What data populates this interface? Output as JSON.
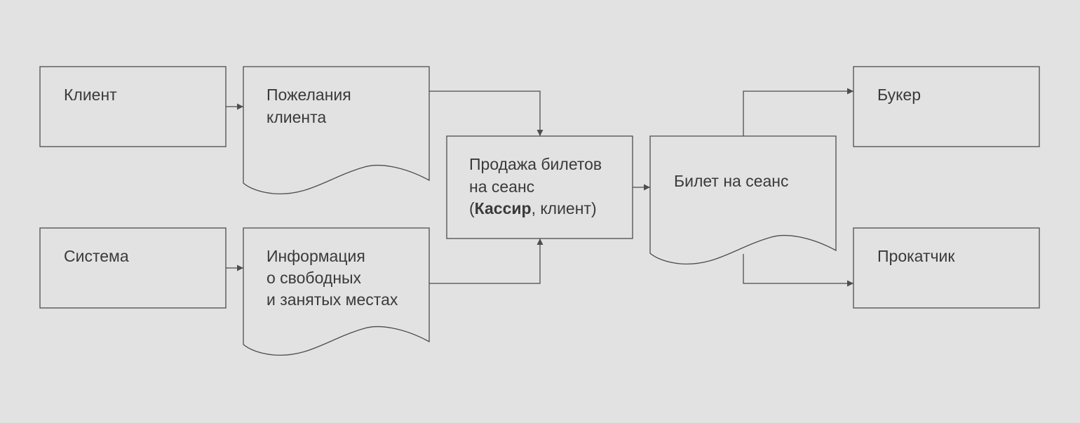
{
  "diagram": {
    "type": "flowchart",
    "colors": {
      "background": "#e3e2e2",
      "stroke": "#4d4d4d",
      "text": "#3a3a3a"
    },
    "nodes": {
      "client": {
        "kind": "process",
        "lines": [
          "Клиент"
        ]
      },
      "client_wishes": {
        "kind": "document",
        "lines": [
          "Пожелания",
          "клиента"
        ]
      },
      "system": {
        "kind": "process",
        "lines": [
          "Система"
        ]
      },
      "seat_info": {
        "kind": "document",
        "lines": [
          "Информация",
          "о свободных",
          "и занятых местах"
        ]
      },
      "ticket_sale": {
        "kind": "process",
        "lines": [
          "Продажа билетов",
          "на сеанс"
        ],
        "line3": {
          "open": "(",
          "bold": "Кассир",
          "rest": ", клиент)"
        }
      },
      "ticket": {
        "kind": "document",
        "lines": [
          "Билет на сеанс"
        ]
      },
      "booker": {
        "kind": "process",
        "lines": [
          "Букер"
        ]
      },
      "distributor": {
        "kind": "process",
        "lines": [
          "Прокатчик"
        ]
      }
    },
    "edges": [
      {
        "from": "client",
        "to": "client_wishes"
      },
      {
        "from": "system",
        "to": "seat_info"
      },
      {
        "from": "client_wishes",
        "to": "ticket_sale"
      },
      {
        "from": "seat_info",
        "to": "ticket_sale"
      },
      {
        "from": "ticket_sale",
        "to": "ticket"
      },
      {
        "from": "ticket",
        "to": "booker"
      },
      {
        "from": "ticket",
        "to": "distributor"
      }
    ]
  }
}
